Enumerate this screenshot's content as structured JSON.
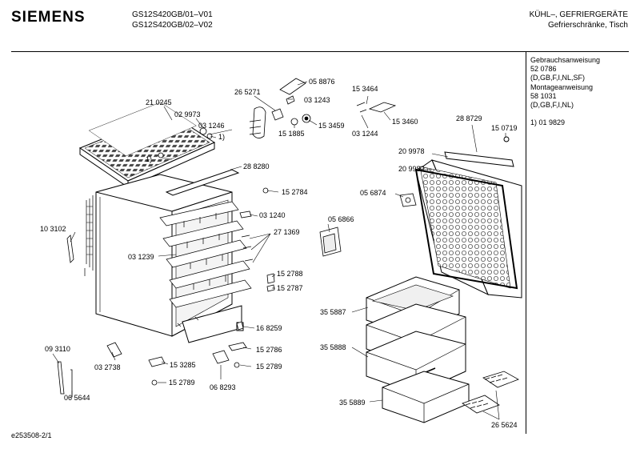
{
  "header": {
    "brand": "SIEMENS",
    "model_lines": [
      "GS12S420GB/01–V01",
      "GS12S420GB/02–V02"
    ],
    "category": "KÜHL–, GEFRIERGERÄTE",
    "subcategory": "Gefrierschränke, Tisch"
  },
  "sidebar": {
    "lines": [
      "Gebrauchsanweisung",
      "52 0786",
      "(D,GB,F,I,NL,SF)",
      "Montageanweisung",
      "58 1031",
      "(D,GB,F,I,NL)",
      "",
      "1)  01 9829"
    ]
  },
  "part_labels": [
    "21 0245",
    "02 9973",
    "03 1246",
    "1)",
    "1)",
    "26 5271",
    "05 8876",
    "03 1243",
    "15 1885",
    "15 3459",
    "15 3464",
    "03 1244",
    "15 3460",
    "28 8729",
    "15 0719",
    "20 9978",
    "20 9982",
    "28 8280",
    "15 2784",
    "05 6874",
    "03 1240",
    "05 6866",
    "10 3102",
    "27 1369",
    "03 1239",
    "15 2788",
    "15 2787",
    "35 5887",
    "16 8259",
    "35 5888",
    "09 3110",
    "15 2786",
    "03 2738",
    "15 3285",
    "15 2789",
    "06 8293",
    "15 2789",
    "06 5644",
    "35 5889",
    "26 5624"
  ],
  "footer": {
    "code": "e253508-2/1"
  }
}
